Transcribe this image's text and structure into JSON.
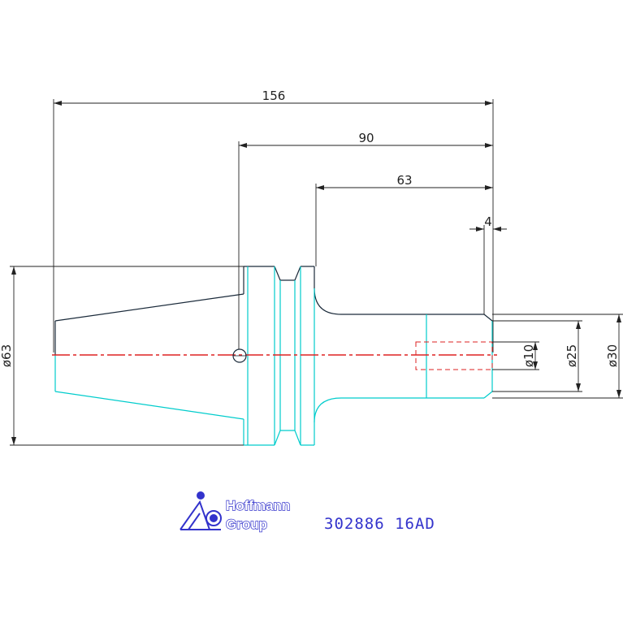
{
  "dimensions": {
    "overall_length": "156",
    "length_90": "90",
    "length_63": "63",
    "length_4": "4",
    "dia_63": "ø63",
    "dia_10": "ø10",
    "dia_25": "ø25",
    "dia_30": "ø30"
  },
  "title_block": {
    "logo_line1": "Hoffmann",
    "logo_line2": "Group",
    "part_code": "302886 16AD"
  },
  "colors": {
    "outline": "#1a2a3a",
    "section": "#00cccc",
    "centerline": "#dd2222",
    "brand": "#3333cc"
  }
}
